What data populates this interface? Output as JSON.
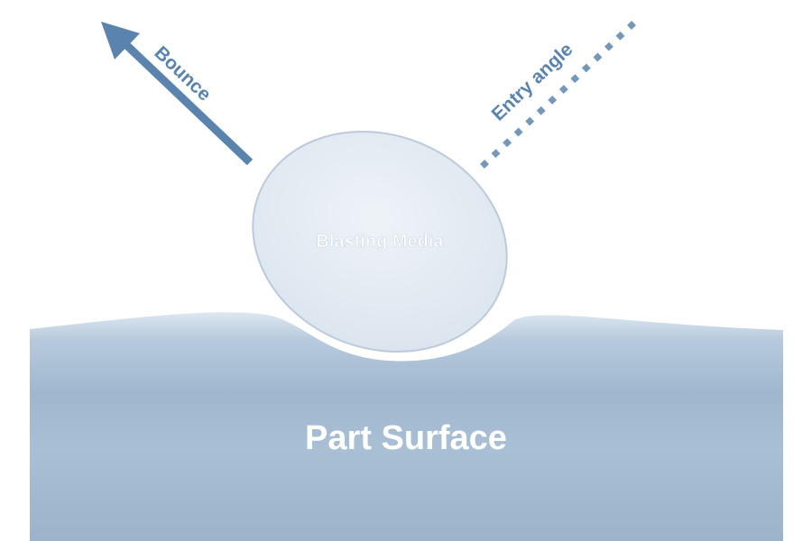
{
  "labels": {
    "bounce": "Bounce",
    "entry_angle": "Entry angle",
    "media": "Blasting Media",
    "surface": "Part Surface"
  },
  "colors": {
    "arrow": "#5a83ad",
    "dots": "#7597ba",
    "surface_top": "#dbe6f0",
    "surface_mid": "#a6bdd3",
    "surface_bottom": "#9db3ca",
    "media_fill": "#e4ebf3",
    "media_stroke": "#bccadb",
    "white_text": "#ffffff"
  },
  "icons": {
    "bounce_arrow": "arrow-up-left-icon",
    "entry_path": "dotted-diagonal-line"
  }
}
